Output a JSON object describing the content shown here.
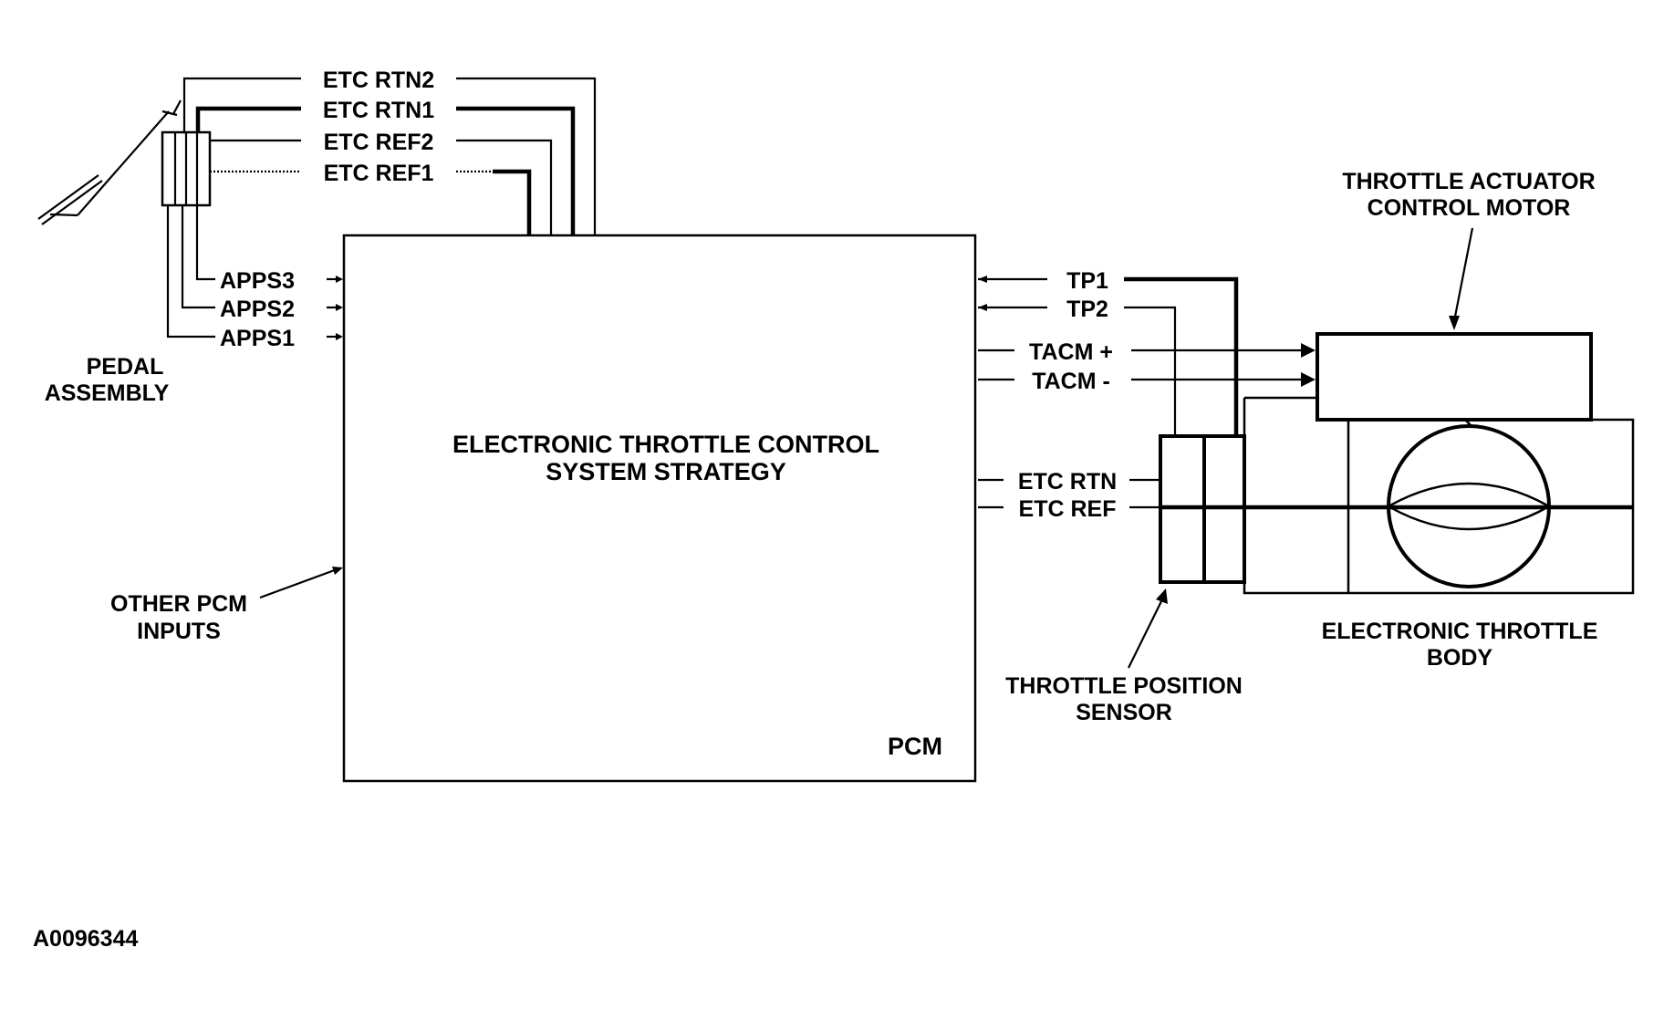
{
  "pedal": {
    "wires_top": [
      "ETC RTN2",
      "ETC RTN1",
      "ETC REF2",
      "ETC REF1"
    ],
    "signals": [
      "APPS3",
      "APPS2",
      "APPS1"
    ],
    "label_line1": "PEDAL",
    "label_line2": "ASSEMBLY"
  },
  "pcm": {
    "strategy_line1": "ELECTRONIC THROTTLE CONTROL",
    "strategy_line2": "SYSTEM STRATEGY",
    "name": "PCM",
    "other_inputs_line1": "OTHER PCM",
    "other_inputs_line2": "INPUTS"
  },
  "throttle": {
    "signals": [
      "TP1",
      "TP2",
      "TACM +",
      "TACM -",
      "ETC RTN",
      "ETC REF"
    ],
    "motor_line1": "THROTTLE ACTUATOR",
    "motor_line2": "CONTROL MOTOR",
    "sensor_line1": "THROTTLE POSITION",
    "sensor_line2": "SENSOR",
    "body_line1": "ELECTRONIC THROTTLE",
    "body_line2": "BODY"
  },
  "figure_id": "A0096344"
}
